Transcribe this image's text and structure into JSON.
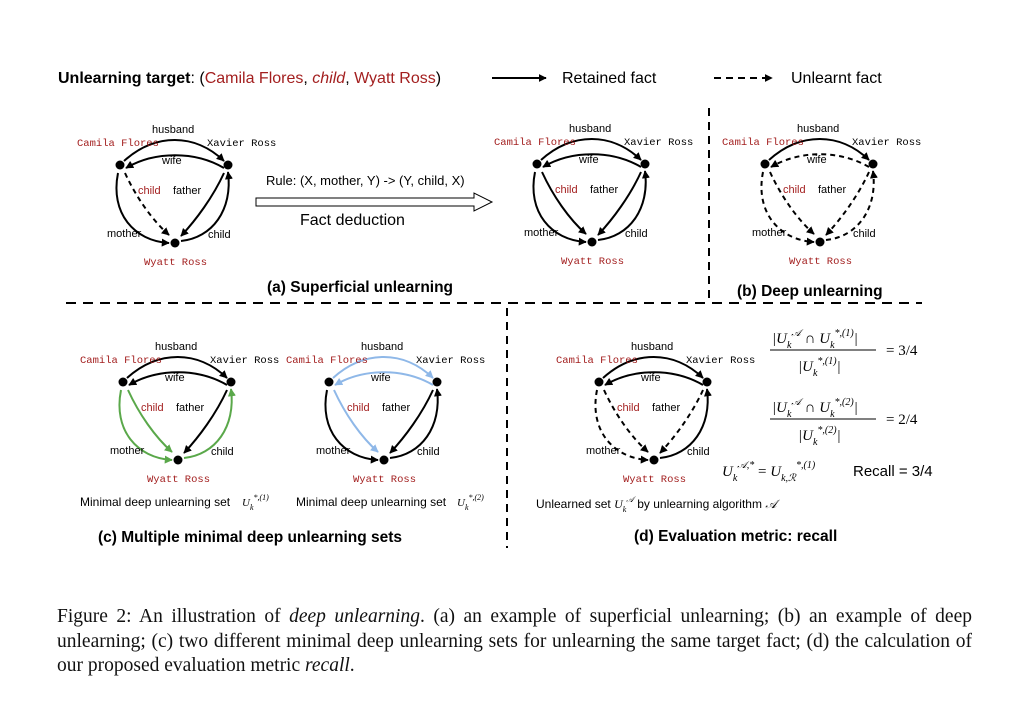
{
  "legend": {
    "target_label": "Unlearning target",
    "target_colon_open": ": (",
    "target_subject": "Camila Flores",
    "comma": ",",
    "target_relation": "child",
    "target_object": "Wyatt Ross",
    "target_close": ")",
    "retained": "Retained fact",
    "unlearnt": "Unlearnt fact"
  },
  "nodes": {
    "camila": "Camila Flores",
    "xavier": "Xavier Ross",
    "wyatt": "Wyatt Ross"
  },
  "relations": {
    "husband": "husband",
    "wife": "wife",
    "child": "child",
    "father": "father",
    "mother": "mother"
  },
  "deduction": {
    "rule": "Rule: (X, mother, Y) -> (Y, child, X)",
    "label": "Fact deduction"
  },
  "panels": {
    "a": "(a) Superficial unlearning",
    "b": "(b) Deep unlearning",
    "c": "(c) Multiple minimal deep unlearning sets",
    "d": "(d) Evaluation metric: recall"
  },
  "panel_c": {
    "set1_label": "Minimal deep unlearning set",
    "set2_label": "Minimal deep unlearning set"
  },
  "panel_d": {
    "set_label_pre": "Unlearned set",
    "set_label_post": "by unlearning algorithm",
    "eq1_value": "= 3/4",
    "eq2_value": "= 2/4",
    "recall": "Recall = 3/4"
  },
  "colors": {
    "entity_red": "#a31f1f",
    "green": "#5aa84a",
    "blue": "#8fb8e8"
  },
  "caption": {
    "fig_label": "Figure 2:",
    "part1": " An illustration of ",
    "term": "deep unlearning",
    "part2": ". (a) an example of superficial unlearning; (b) an example of deep unlearning; (c) two different minimal deep unlearning sets for unlearning the same target fact; (d) the calculation of our proposed evaluation metric ",
    "metric": "recall",
    "part3": "."
  }
}
